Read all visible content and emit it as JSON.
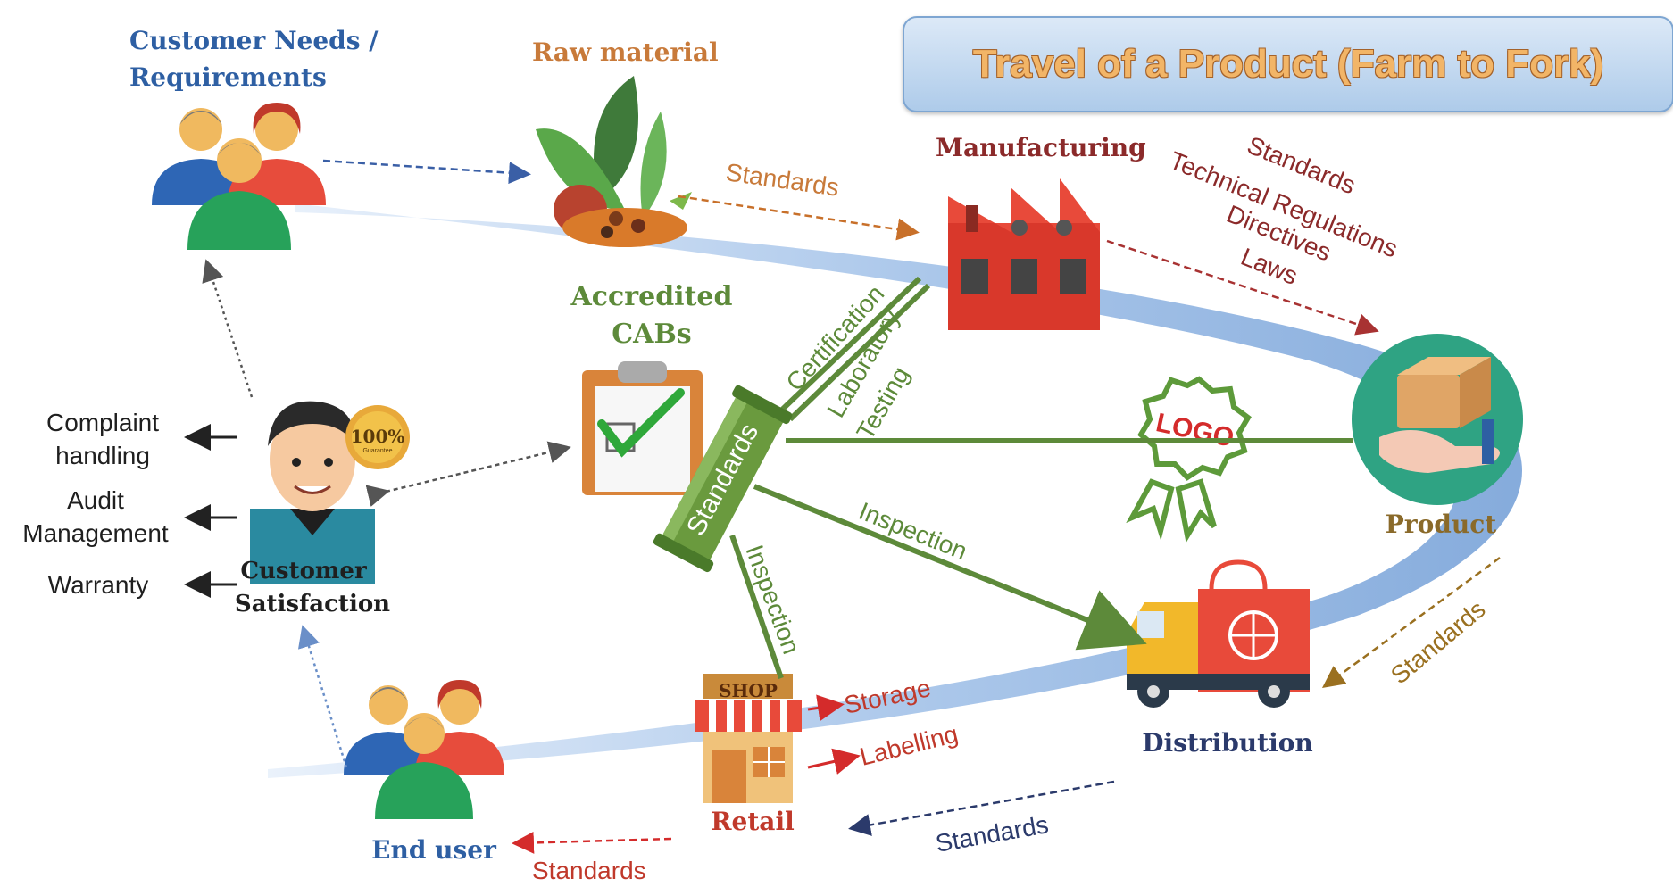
{
  "title": "Travel of a Product (Farm to Fork)",
  "nodes": {
    "customer_needs": "Customer Needs / Requirements",
    "customer_needs_line1": "Customer Needs /",
    "customer_needs_line2": "Requirements",
    "raw_material": "Raw material",
    "manufacturing": "Manufacturing",
    "accredited_cabs_line1": "Accredited",
    "accredited_cabs_line2": "CABs",
    "product": "Product",
    "distribution": "Distribution",
    "retail": "Retail",
    "end_user": "End user",
    "customer_satisfaction_line1": "Customer",
    "customer_satisfaction_line2": "Satisfaction"
  },
  "satisfaction_outputs": {
    "complaint_line1": "Complaint",
    "complaint_line2": "handling",
    "audit_line1": "Audit",
    "audit_line2": "Management",
    "warranty": "Warranty"
  },
  "arrow_labels": {
    "raw_to_manufacturing": "Standards",
    "manufacturing_block": [
      "Standards",
      "Technical Regulations",
      "Directives",
      "Laws"
    ],
    "product_to_distribution": "Standards",
    "distribution_to_retail": "Standards",
    "retail_to_end_user": "Standards",
    "retail_storage": "Storage",
    "retail_labelling": "Labelling"
  },
  "standards_hub": {
    "label": "Standards",
    "certification": "Certification",
    "laboratory": "Laboratory",
    "testing": "Testing",
    "inspection_distribution": "Inspection",
    "inspection_retail": "Inspection"
  },
  "badges": {
    "logo": "LOGO",
    "guarantee": "100%",
    "guarantee_sub": "Guarantee",
    "shop": "SHOP"
  },
  "colors": {
    "blue_label": "#2e5fa3",
    "orange_label": "#c87a3a",
    "dark_red": "#8b2a2a",
    "green": "#5d8a3a",
    "brown": "#8a6a2a",
    "red_label": "#c0392b",
    "navy": "#2b3a6b",
    "ribbon": "#b8d0ec"
  }
}
